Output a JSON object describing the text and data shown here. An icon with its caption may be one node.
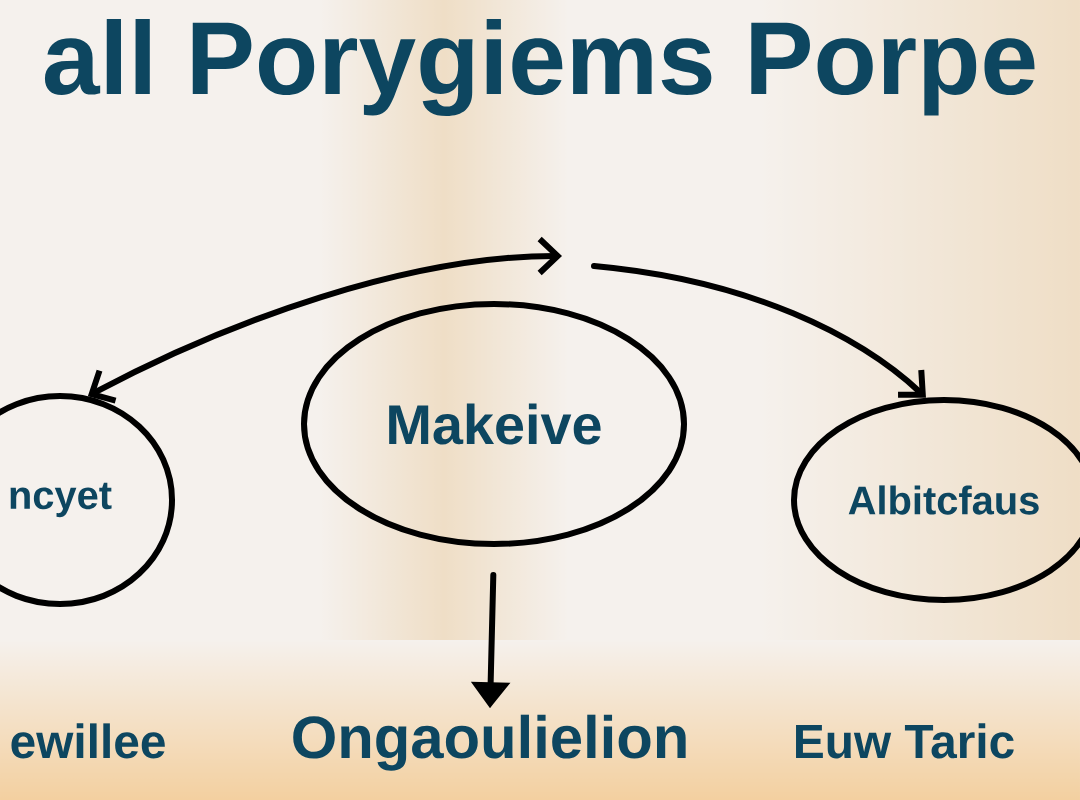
{
  "diagram": {
    "title": "all Porygiems Porpe",
    "nodes": [
      {
        "text": [
          "ncyet"
        ]
      },
      {
        "text": [
          "Makeive"
        ]
      },
      {
        "text": [
          "Albitcfaus"
        ]
      },
      {
        "text": [
          "Ongaoulielion"
        ]
      }
    ],
    "edges": [
      {
        "from": 0,
        "to": null,
        "arrow": "both"
      },
      {
        "from": null,
        "to": 2,
        "arrow": "to"
      },
      {
        "from": 1,
        "to": 3,
        "arrow": "to"
      }
    ],
    "labels": [
      "ewillee",
      "Euw Taric"
    ]
  }
}
